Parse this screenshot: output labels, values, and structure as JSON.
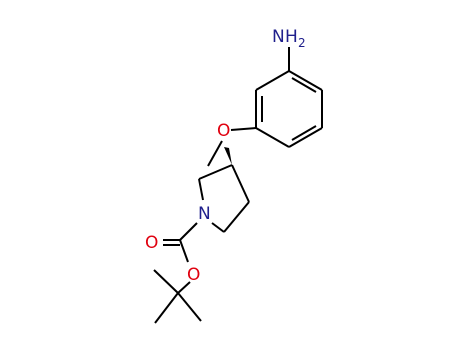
{
  "molecule": {
    "labels": {
      "amine_n": "N",
      "amine_h": "H",
      "amine_sub": "2",
      "ether_o": "O",
      "ring_n": "N",
      "carbonyl_o": "O",
      "ester_o": "O"
    },
    "colors": {
      "bond": "#000000",
      "nitrogen": "#1f1f8c",
      "oxygen": "#e0000f"
    }
  }
}
